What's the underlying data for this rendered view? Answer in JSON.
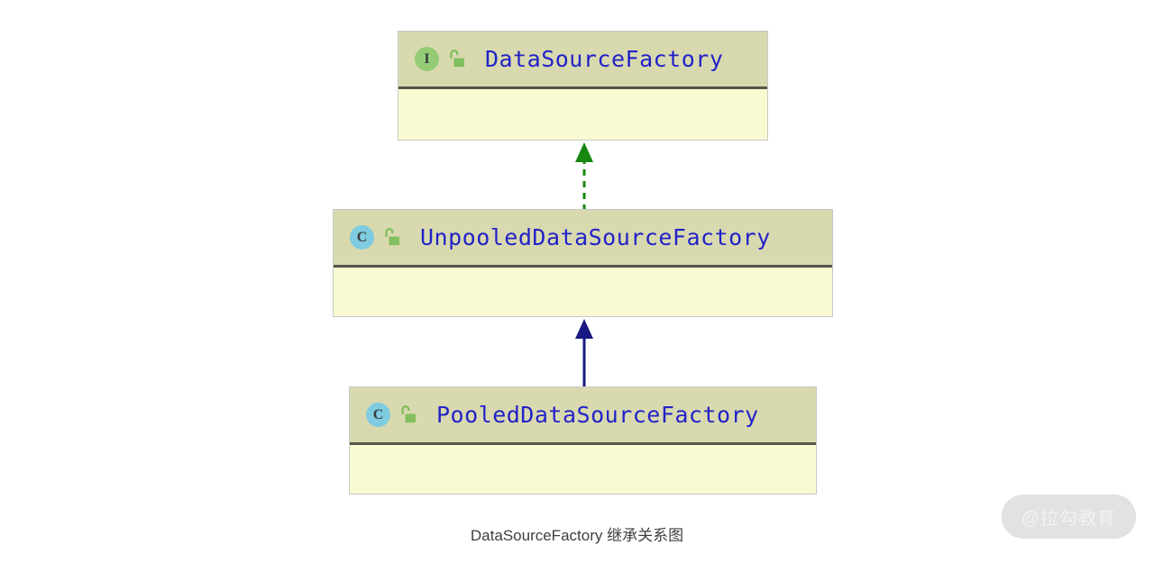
{
  "diagram": {
    "caption": "DataSourceFactory 继承关系图",
    "background_color": "#ffffff",
    "header_color": "#d9d9af",
    "body_color": "#fafad2",
    "divider_color": "#55554a",
    "border_color": "#c8c8c8",
    "name_text_color": "#2222c8",
    "interface_badge_color": "#93cc75",
    "class_badge_color": "#7fcbe0",
    "lock_icon_color": "#82bf5e",
    "nodes": [
      {
        "id": "datasourcefactory",
        "name": "DataSourceFactory",
        "stereotype": "I",
        "stereotype_name": "interface",
        "visibility_icon": "open-padlock-icon",
        "members": ""
      },
      {
        "id": "unpooleddatasourcefactory",
        "name": "UnpooledDataSourceFactory",
        "stereotype": "C",
        "stereotype_name": "class",
        "visibility_icon": "open-padlock-icon",
        "members": ""
      },
      {
        "id": "pooleddatasourcefactory",
        "name": "PooledDataSourceFactory",
        "stereotype": "C",
        "stereotype_name": "class",
        "visibility_icon": "open-padlock-icon",
        "members": ""
      }
    ],
    "edges": [
      {
        "id": "realization",
        "from": "unpooleddatasourcefactory",
        "to": "datasourcefactory",
        "relation": "realization",
        "line_style": "dashed",
        "color": "#18870f",
        "arrowhead": "solid-triangle"
      },
      {
        "id": "generalization",
        "from": "pooleddatasourcefactory",
        "to": "unpooleddatasourcefactory",
        "relation": "generalization",
        "line_style": "solid",
        "color": "#191982",
        "arrowhead": "solid-triangle"
      }
    ]
  },
  "watermark": {
    "text": "@拉勾教育"
  }
}
